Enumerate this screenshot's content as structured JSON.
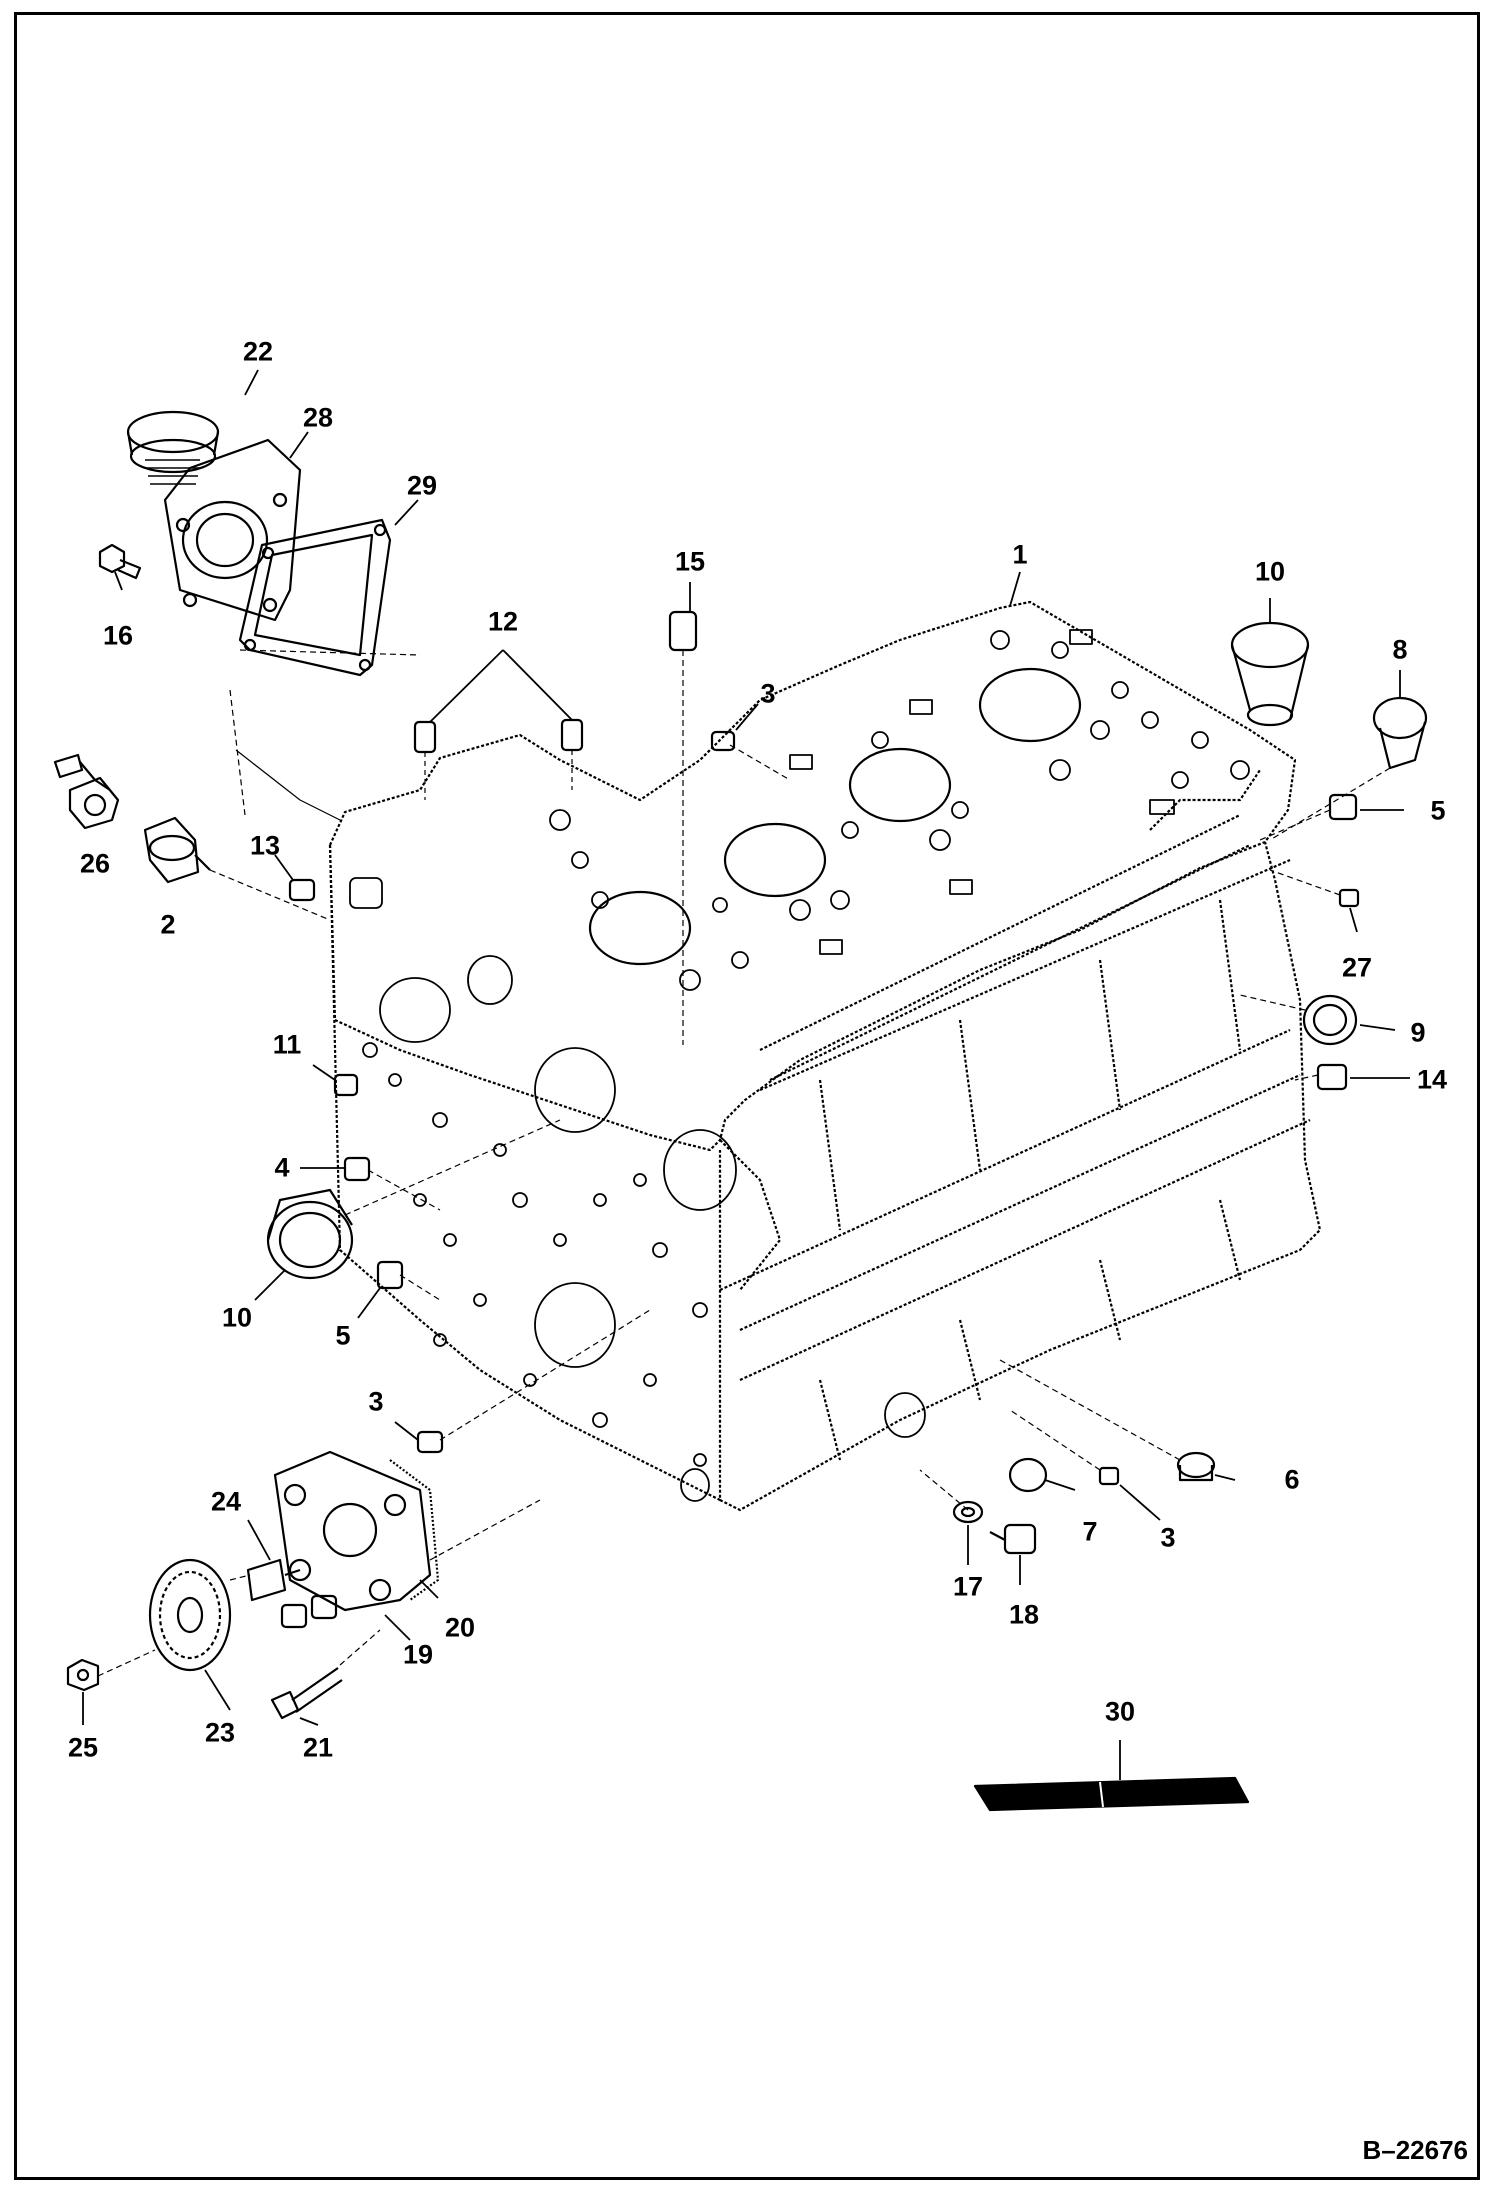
{
  "figure_id": "B–22676",
  "callouts": [
    "1",
    "2",
    "3",
    "3",
    "3",
    "4",
    "5",
    "5",
    "6",
    "7",
    "8",
    "9",
    "10",
    "10",
    "11",
    "12",
    "13",
    "14",
    "15",
    "16",
    "17",
    "18",
    "19",
    "20",
    "21",
    "22",
    "23",
    "24",
    "25",
    "26",
    "27",
    "28",
    "29",
    "30"
  ]
}
